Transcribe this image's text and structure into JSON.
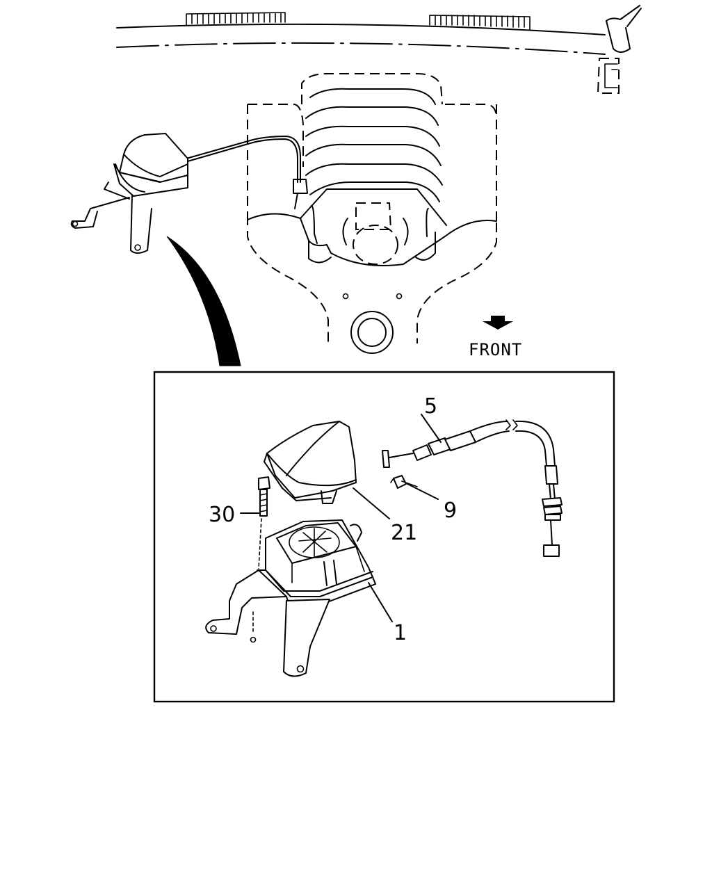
{
  "diagram": {
    "direction_label": "FRONT",
    "callouts": [
      {
        "id": "1",
        "text": "1"
      },
      {
        "id": "5",
        "text": "5"
      },
      {
        "id": "9",
        "text": "9"
      },
      {
        "id": "21",
        "text": "21"
      },
      {
        "id": "30",
        "text": "30"
      }
    ]
  }
}
